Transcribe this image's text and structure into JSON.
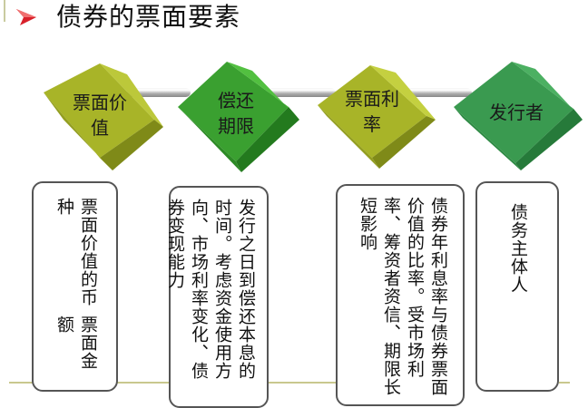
{
  "slide": {
    "title": "债券的票面要素",
    "bullet_icon": "red-arrow-icon",
    "colors": {
      "cube_olive": "#a8b428",
      "cube_green": "#3aa030",
      "cube_teal_green": "#3a9a50",
      "card_border": "#555555",
      "baseline": "#c9c88e",
      "arrow_red": "#d8202a"
    }
  },
  "elements": [
    {
      "cube_label": "票面价值",
      "description_columns": [
        "票面金额",
        "票面价值的币种"
      ]
    },
    {
      "cube_label": "偿还期限",
      "description_columns": [
        "发行之日到偿还本息的时间。考虑资金使用方向、市场利率变化、债券变现能力"
      ]
    },
    {
      "cube_label": "票面利率",
      "description_columns": [
        "债券年利息率与债券票面价值的比率。受市场利率、筹资者资信、期限长短影响"
      ]
    },
    {
      "cube_label": "发行者",
      "description_columns": [
        "债务主体人"
      ]
    }
  ]
}
